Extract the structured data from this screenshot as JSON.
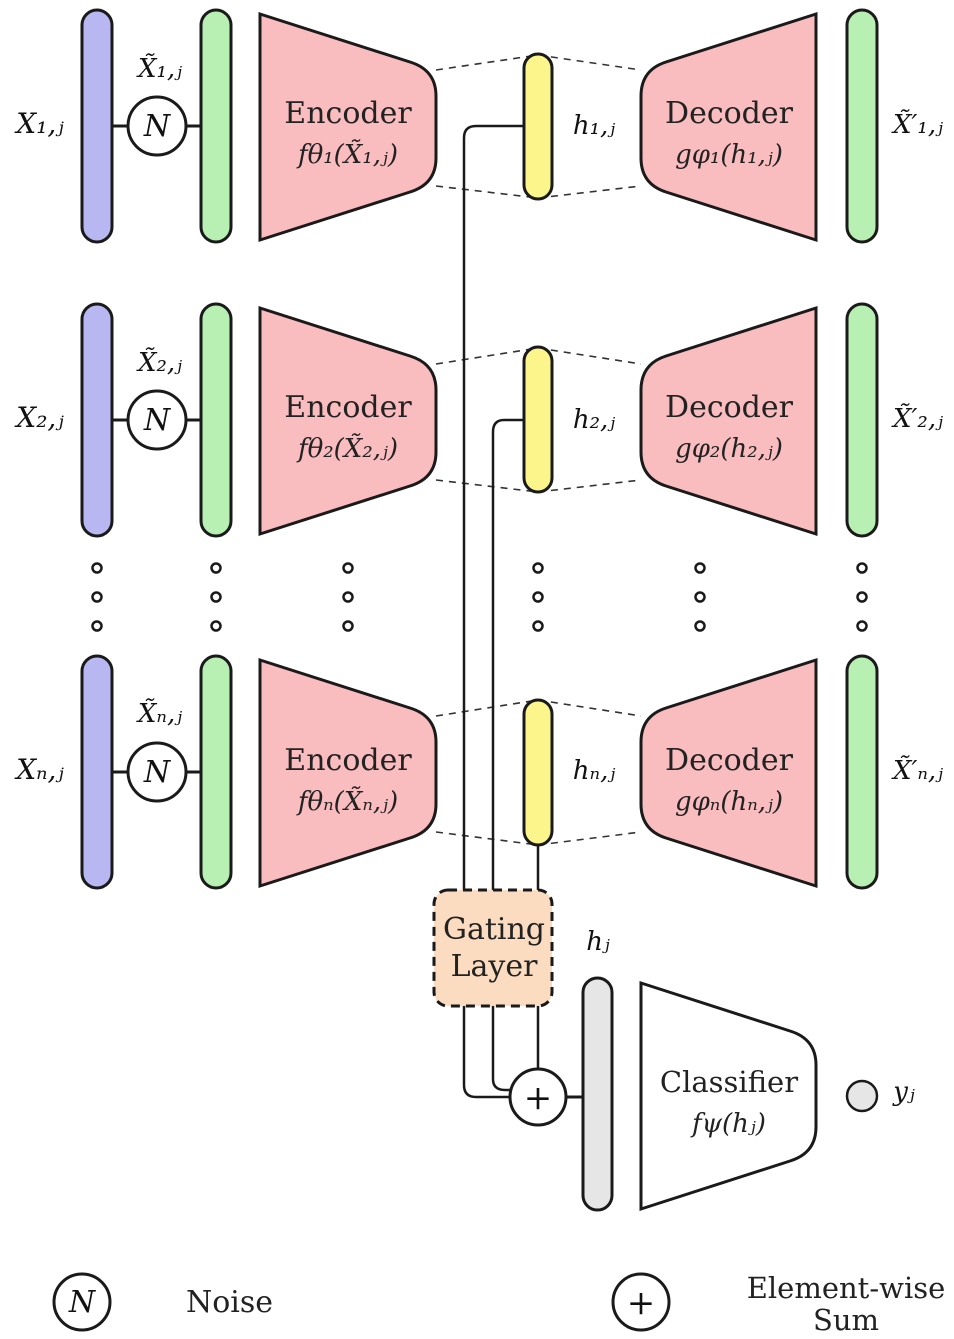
{
  "colors": {
    "input_bar": "#b9b7f2",
    "noisy_bar": "#b8f0b4",
    "encoder": "#f9bcbf",
    "decoder": "#f9bcbf",
    "latent": "#fbf58c",
    "gating": "#fbdcc0",
    "sum_bar": "#e6e6e6",
    "stroke": "#1a1a1a"
  },
  "rows": [
    {
      "input_label": "X₁,ⱼ",
      "noisy_label": "X̃₁,ⱼ",
      "noise_symbol": "N",
      "encoder_title": "Encoder",
      "encoder_func": "fθ₁(X̃₁,ⱼ)",
      "latent_label": "h₁,ⱼ",
      "decoder_title": "Decoder",
      "decoder_func": "gφ₁(h₁,ⱼ)",
      "output_label": "X̃′₁,ⱼ"
    },
    {
      "input_label": "X₂,ⱼ",
      "noisy_label": "X̃₂,ⱼ",
      "noise_symbol": "N",
      "encoder_title": "Encoder",
      "encoder_func": "fθ₂(X̃₂,ⱼ)",
      "latent_label": "h₂,ⱼ",
      "decoder_title": "Decoder",
      "decoder_func": "gφ₂(h₂,ⱼ)",
      "output_label": "X̃′₂,ⱼ"
    },
    {
      "input_label": "Xₙ,ⱼ",
      "noisy_label": "X̃ₙ,ⱼ",
      "noise_symbol": "N",
      "encoder_title": "Encoder",
      "encoder_func": "fθₙ(X̃ₙ,ⱼ)",
      "latent_label": "hₙ,ⱼ",
      "decoder_title": "Decoder",
      "decoder_func": "gφₙ(hₙ,ⱼ)",
      "output_label": "X̃′ₙ,ⱼ"
    }
  ],
  "gating": {
    "line1": "Gating",
    "line2": "Layer"
  },
  "sum_symbol": "+",
  "fused_label": "hⱼ",
  "classifier": {
    "title": "Classifier",
    "func": "fψ(hⱼ)"
  },
  "output_label": "yⱼ",
  "legend": {
    "noise_symbol": "N",
    "noise_text": "Noise",
    "sum_symbol": "+",
    "sum_text_line1": "Element-wise",
    "sum_text_line2": "Sum"
  }
}
